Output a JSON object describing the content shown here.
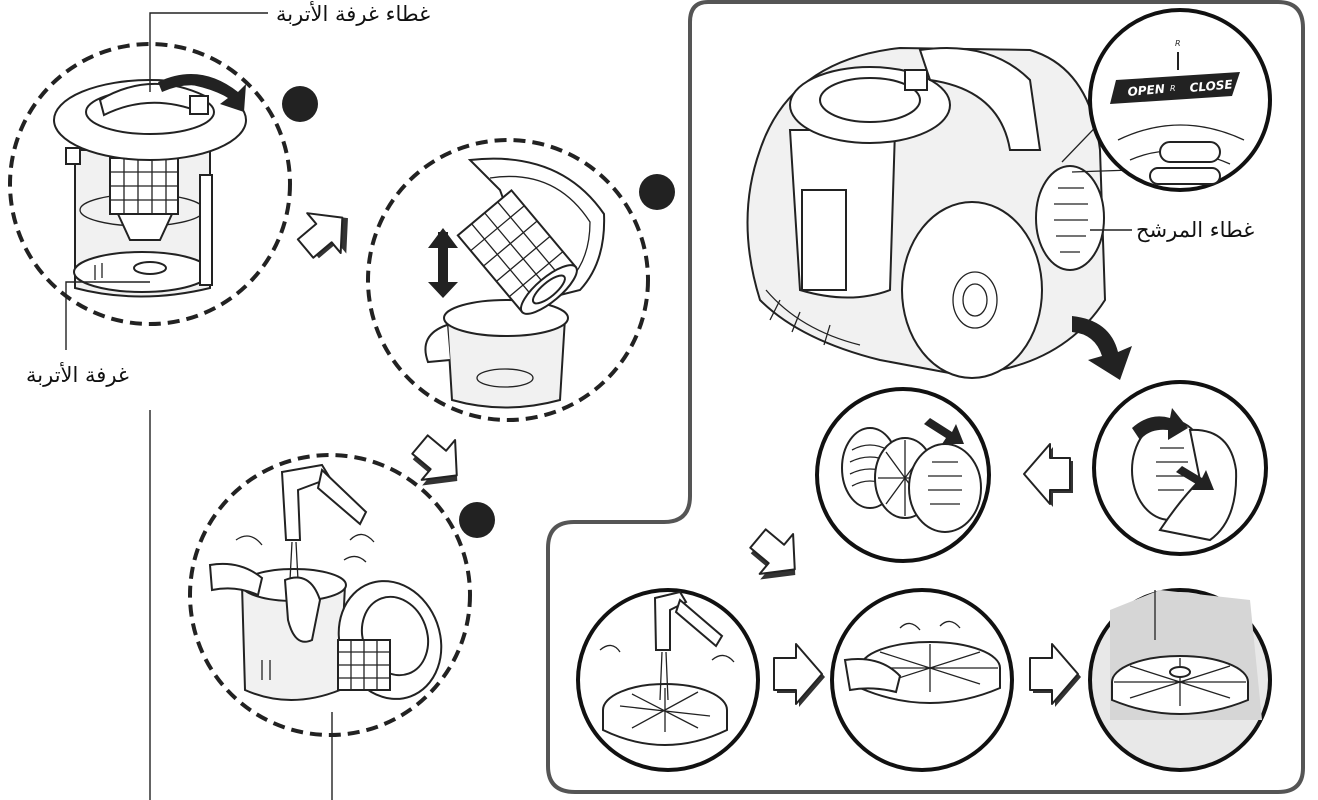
{
  "labels": {
    "dust_chamber_cover": "غطاء غرفة الأتربة",
    "dust_chamber": "غرفة الأتربة",
    "filter_cover": "غطاء المرشح"
  },
  "dial": {
    "open": "OPEN",
    "close": "CLOSE",
    "r_top": "R",
    "r_mid": "R"
  },
  "colors": {
    "line": "#222222",
    "panel_border": "#555555",
    "dot": "#222222"
  }
}
